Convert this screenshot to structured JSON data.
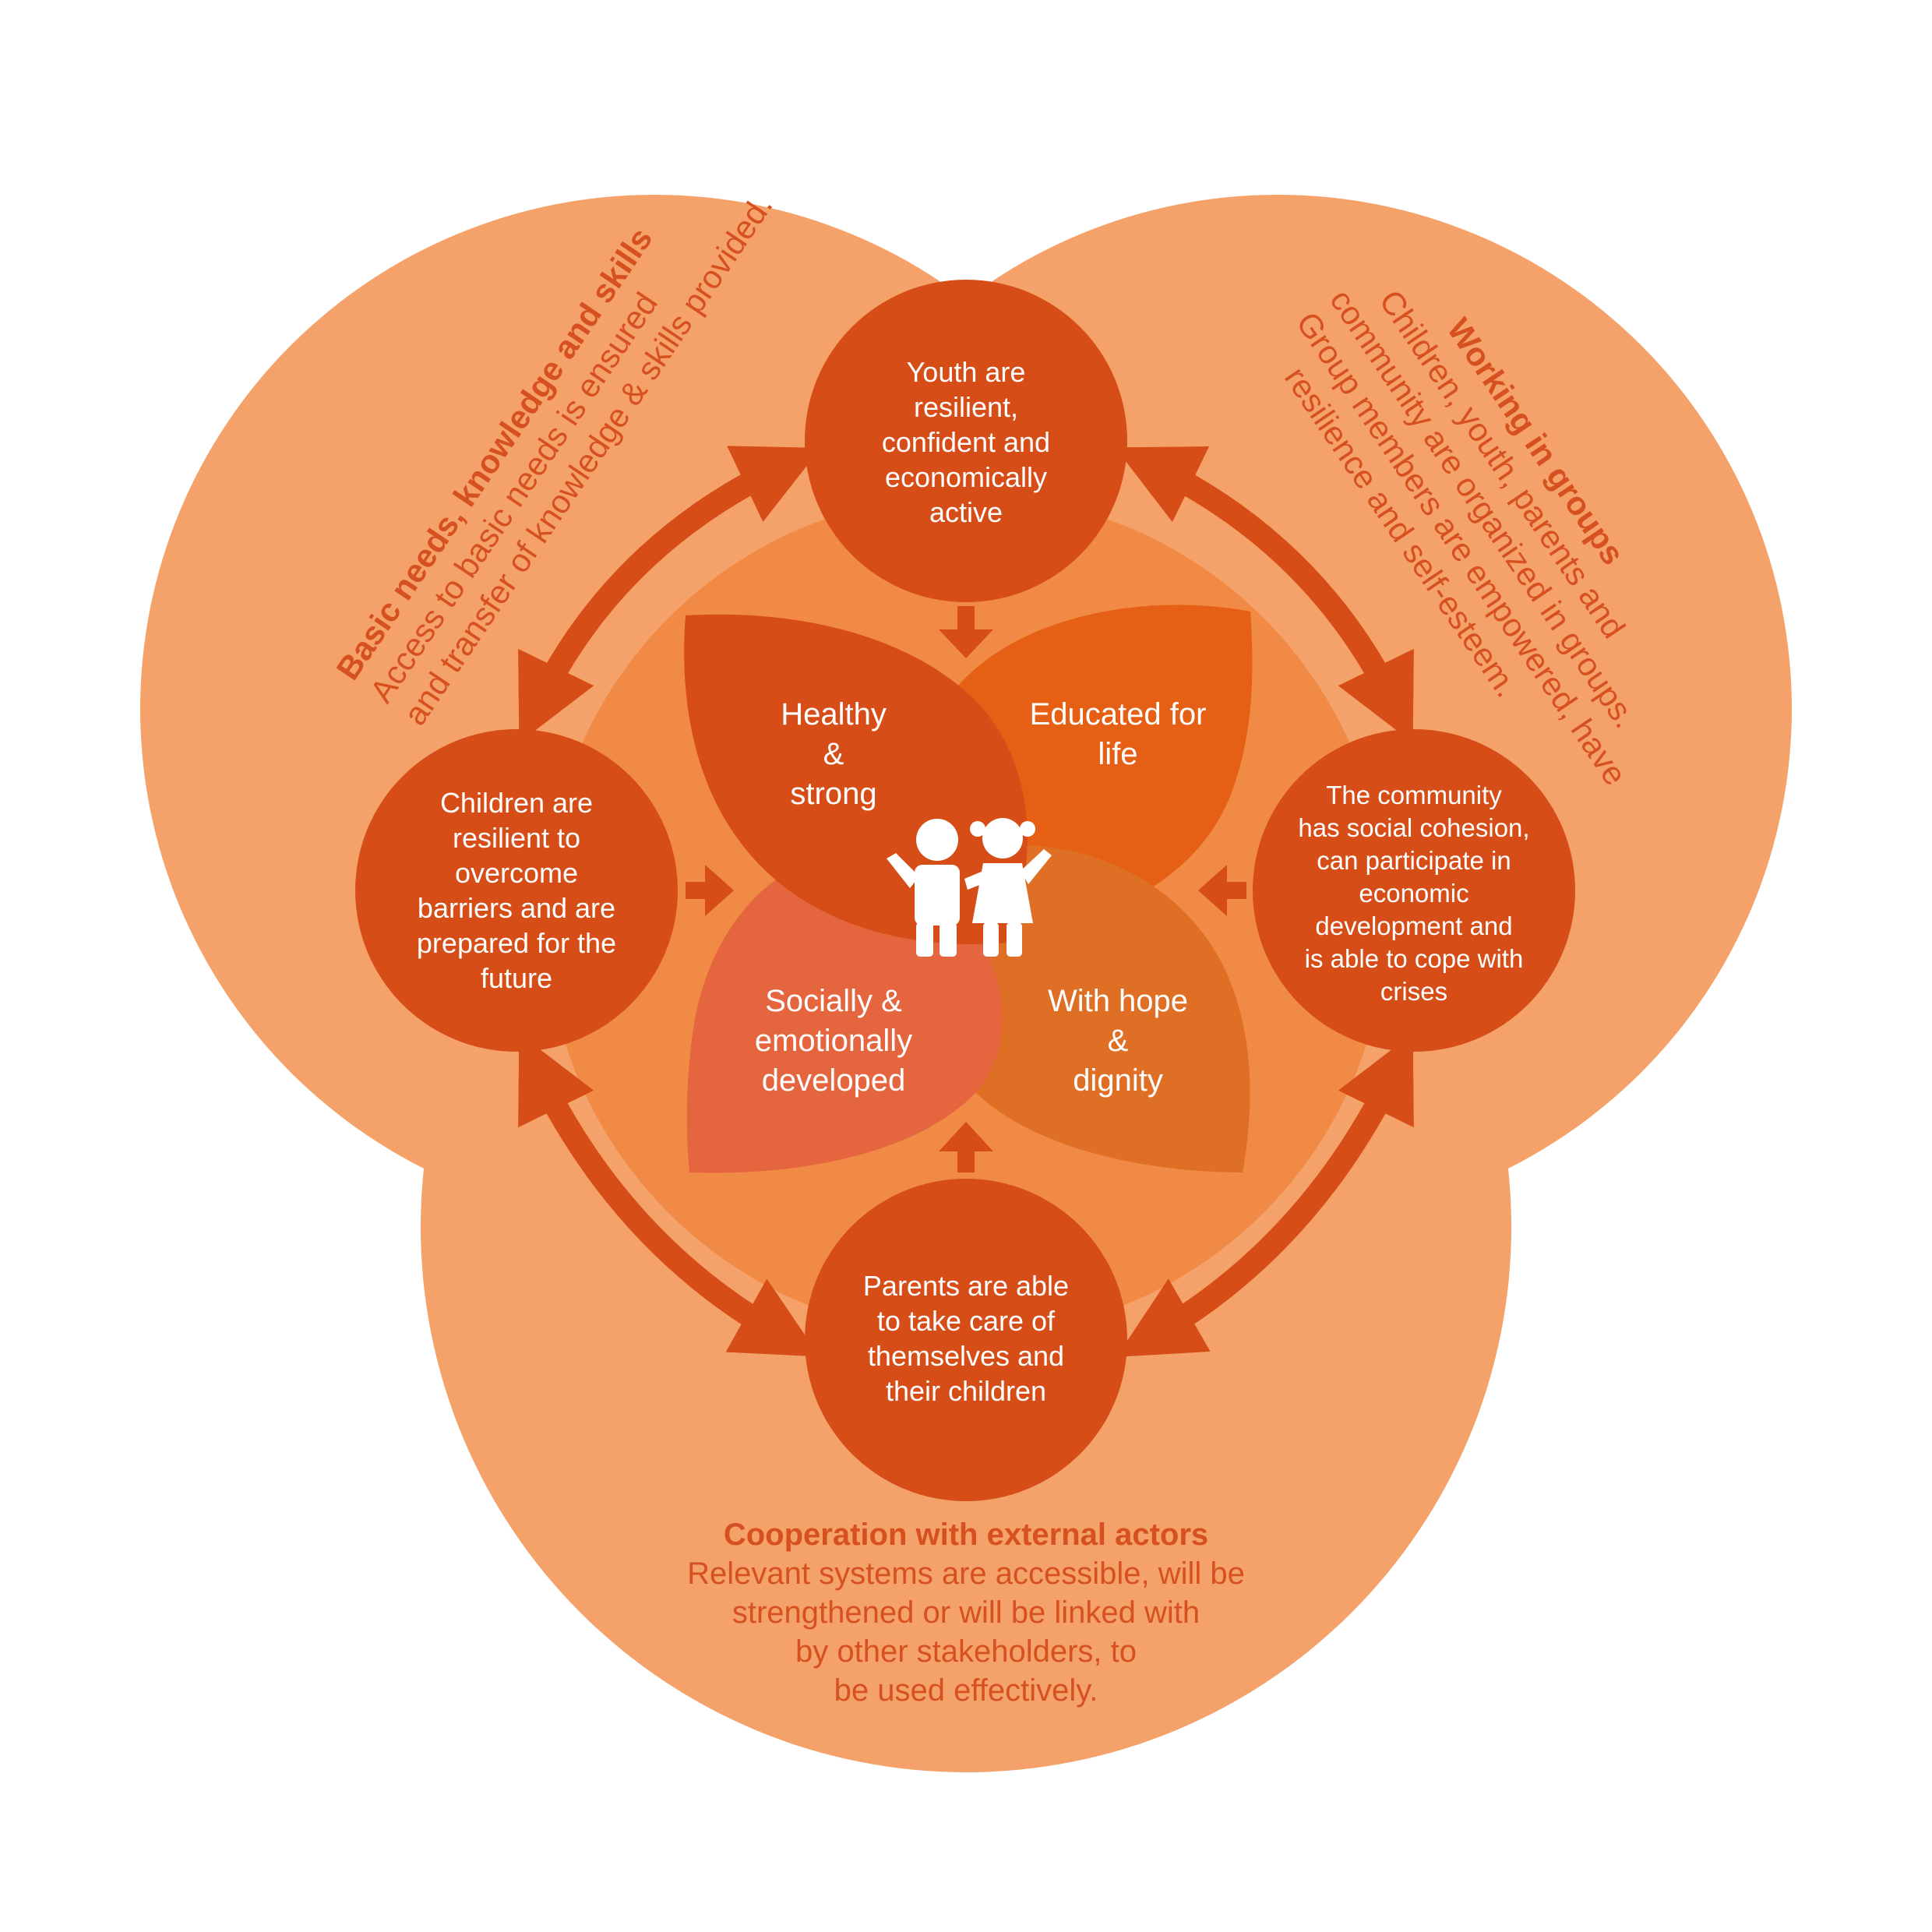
{
  "colors": {
    "outer": "#f4a26a",
    "ring": "#f08a44",
    "dark": "#d64d17",
    "petal_educated": "#e55f14",
    "petal_social": "#e5653f",
    "petal_hope": "#e06f26",
    "text_outer": "#d7501f"
  },
  "outer_sections": {
    "left": {
      "title": "Basic needs, knowledge and skills",
      "lines": [
        "Access to basic needs is ensured",
        "and transfer of knowledge & skills provided."
      ]
    },
    "right": {
      "title": "Working in groups",
      "lines": [
        "Children, youth, parents and",
        "community are organized in groups.",
        "Group members are empowered, have",
        "resilience and self-esteem."
      ]
    },
    "bottom": {
      "title": "Cooperation with external actors",
      "lines": [
        "Relevant systems are accessible, will be",
        "strengthened or will be linked with",
        "by other stakeholders, to",
        "be used effectively."
      ]
    }
  },
  "circles": {
    "top": [
      "Youth are",
      "resilient,",
      "confident and",
      "economically",
      "active"
    ],
    "left": [
      "Children are",
      "resilient to",
      "overcome",
      "barriers and are",
      "prepared for the",
      "future"
    ],
    "right": [
      "The community",
      "has social cohesion,",
      "can participate in",
      "economic",
      "development and",
      "is able to cope with",
      "crises"
    ],
    "bottom": [
      "Parents are able",
      "to take care of",
      "themselves and",
      "their children"
    ]
  },
  "petals": {
    "healthy": [
      "Healthy",
      "&",
      "strong"
    ],
    "educated": [
      "Educated for",
      "life"
    ],
    "social": [
      "Socially &",
      "emotionally",
      "developed"
    ],
    "hope": [
      "With hope",
      "&",
      "dignity"
    ]
  },
  "center_icon": "children-icon"
}
